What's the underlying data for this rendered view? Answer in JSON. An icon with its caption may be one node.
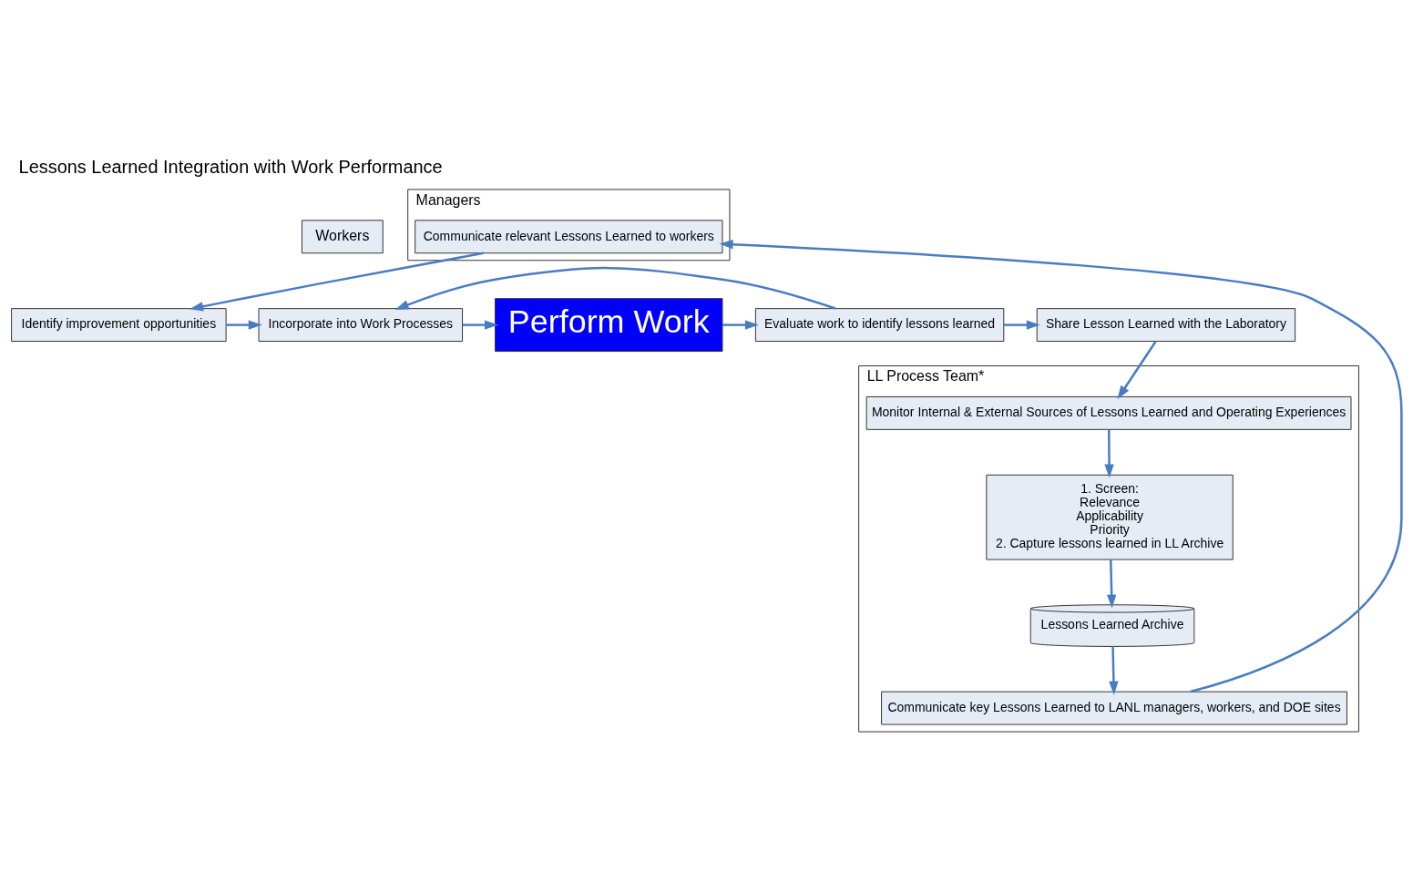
{
  "diagram": {
    "title": "Lessons Learned Integration with Work Performance",
    "nodes": [
      {
        "text": [
          "Workers"
        ]
      },
      {
        "text": [
          "Managers"
        ]
      },
      {
        "text": [
          "LL Process Team*"
        ]
      },
      {
        "text": [
          "Share Lesson Learned with the Laboratory"
        ]
      },
      {
        "text": [
          "Evaluate work to identify lessons learned"
        ]
      },
      {
        "text": [
          "Perform Work"
        ]
      },
      {
        "text": [
          "Incorporate into Work Processes"
        ]
      },
      {
        "text": [
          "Identify improvement opportunities"
        ]
      },
      {
        "text": [
          "Communicate relevant Lessons Learned to workers"
        ],
        "in": 1
      },
      {
        "text": [
          "Monitor Internal & External Sources of Lessons Learned and Operating Experiences"
        ],
        "in": 2
      },
      {
        "text": [
          "1. Screen:",
          "Relevance",
          "Applicability",
          "Priority",
          "2. Capture lessons learned in LL Archive"
        ],
        "in": 2
      },
      {
        "text": [
          "Lessons Learned Archive"
        ],
        "in": 2
      },
      {
        "text": [
          "Communicate key Lessons Learned to LANL managers, workers, and DOE sites"
        ],
        "in": 2
      }
    ],
    "edges": [
      {
        "from": 7,
        "to": 6,
        "arrow": "to"
      },
      {
        "from": 6,
        "to": 5,
        "arrow": "to"
      },
      {
        "from": 5,
        "to": 4,
        "arrow": "to"
      },
      {
        "from": 4,
        "to": 3,
        "arrow": "to"
      },
      {
        "from": 4,
        "to": 6,
        "arrow": "to"
      },
      {
        "from": 3,
        "to": 9,
        "arrow": "to"
      },
      {
        "from": 9,
        "to": 10,
        "arrow": "to"
      },
      {
        "from": 10,
        "to": 11,
        "arrow": "to"
      },
      {
        "from": 11,
        "to": 12,
        "arrow": "to"
      },
      {
        "from": 12,
        "to": 8,
        "arrow": "to"
      },
      {
        "from": 8,
        "to": 7,
        "arrow": "to"
      }
    ]
  }
}
